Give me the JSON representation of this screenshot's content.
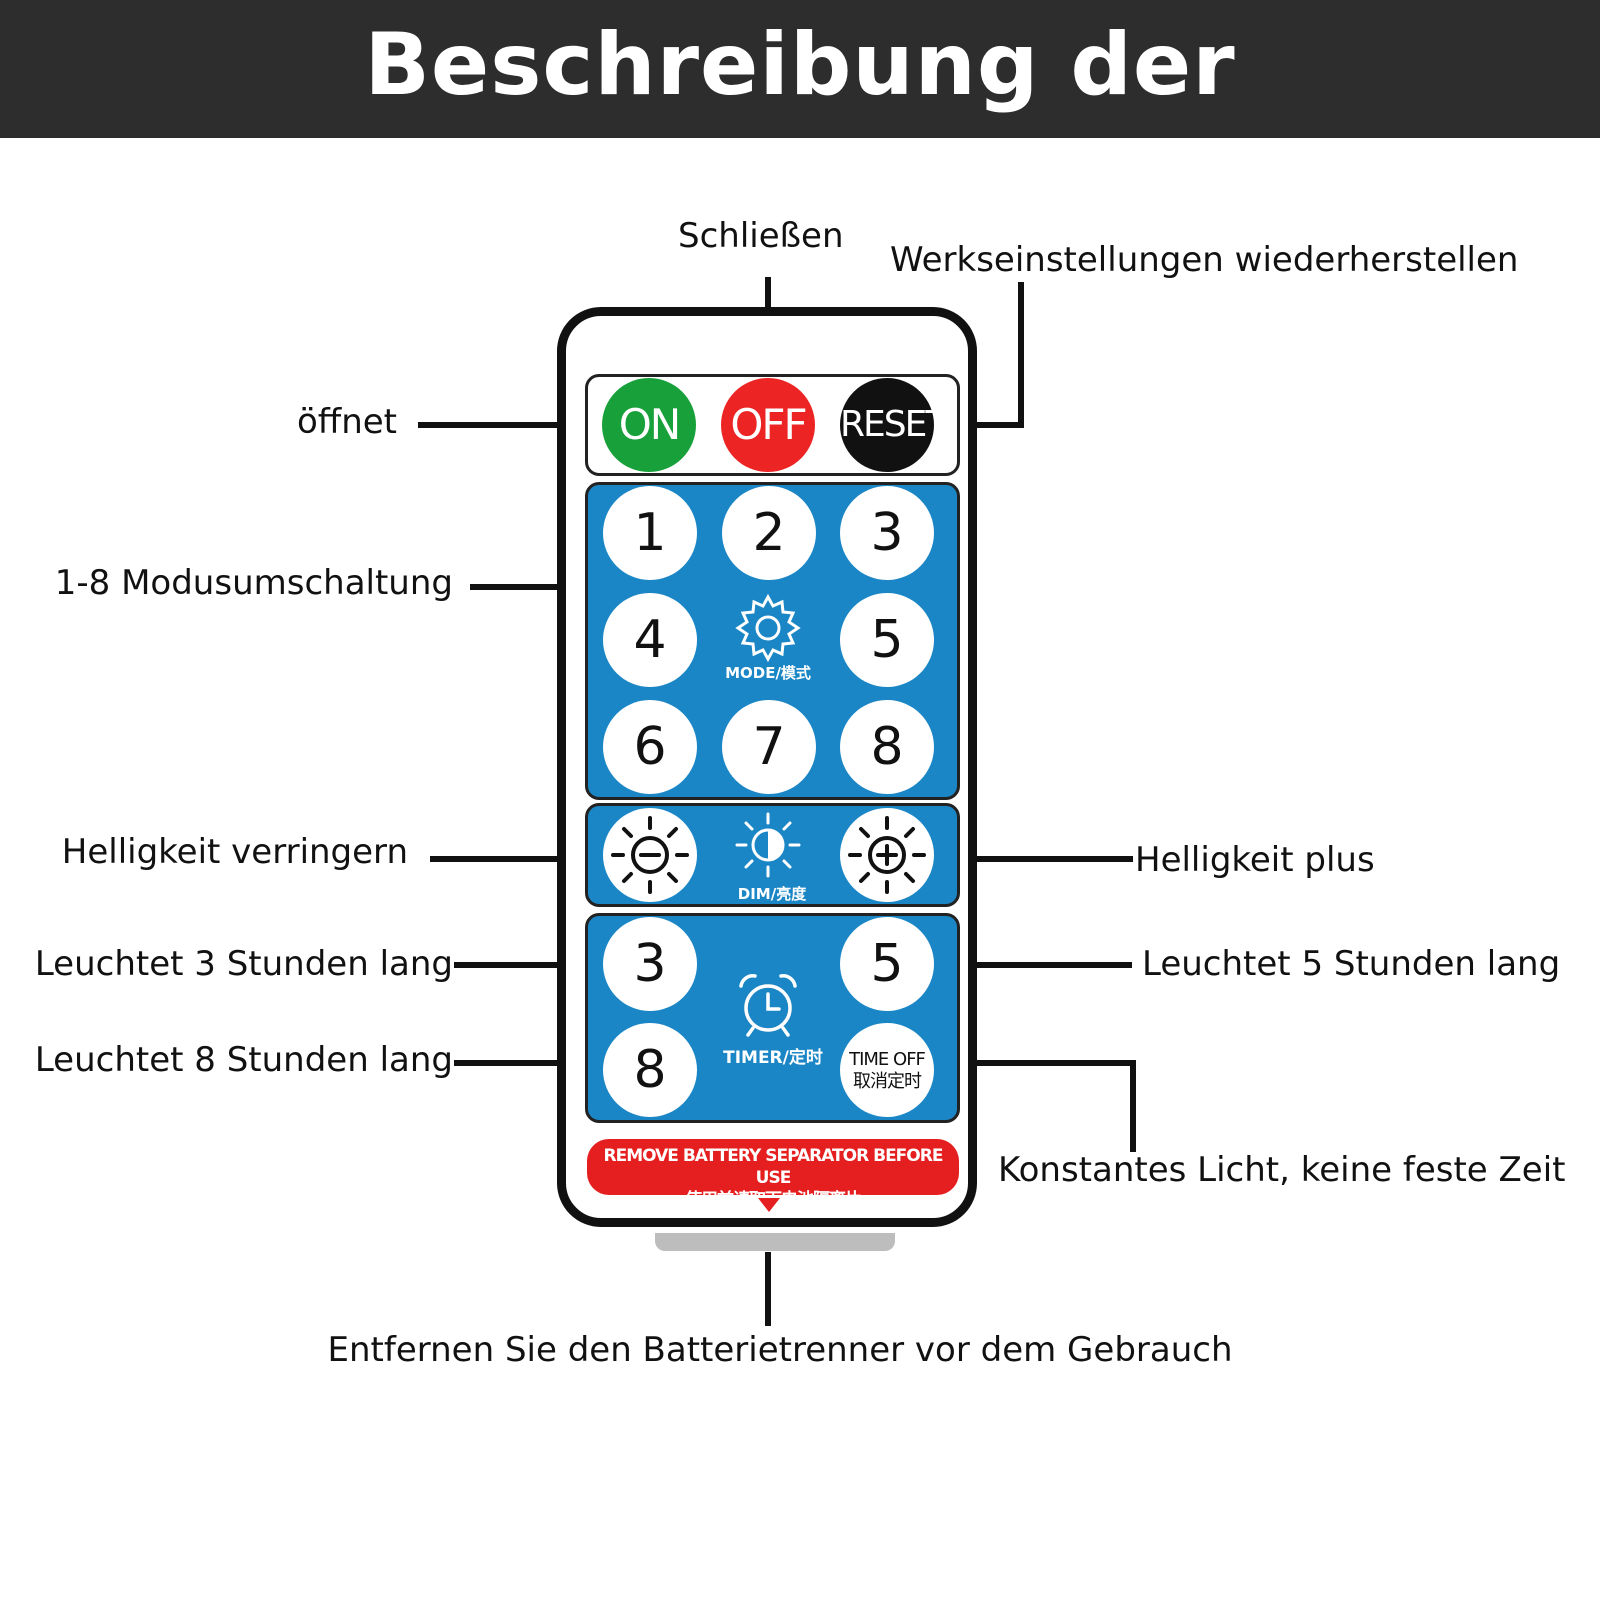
{
  "title": "Beschreibung der Fernbedienung",
  "labels": {
    "close": "Schließen",
    "factory_reset": "Werkseinstellungen wiederherstellen",
    "open": "öffnet",
    "mode_switch": "1-8 Modusumschaltung",
    "brightness_down": "Helligkeit verringern",
    "brightness_up": "Helligkeit plus",
    "light_3h": "Leuchtet 3 Stunden lang",
    "light_5h": "Leuchtet 5 Stunden lang",
    "light_8h": "Leuchtet 8 Stunden lang",
    "constant_light": "Konstantes Licht, keine feste Zeit",
    "remove_separator": "Entfernen Sie den Batterietrenner vor dem Gebrauch"
  },
  "remote": {
    "top_buttons": [
      "ON",
      "OFF",
      "RESET"
    ],
    "mode_buttons": [
      "1",
      "2",
      "3",
      "4",
      "5",
      "6",
      "7",
      "8"
    ],
    "mode_label": "MODE/模式",
    "dim_label": "DIM/亮度",
    "timer_buttons": [
      "3",
      "5",
      "8"
    ],
    "timer_label": "TIMER/定时",
    "time_off_en": "TIME OFF",
    "time_off_cn": "取消定时",
    "warning_en": "REMOVE BATTERY SEPARATOR BEFORE USE",
    "warning_cn": "使用前请取下电池隔离片"
  },
  "colors": {
    "header_bg": "#2d2d2d",
    "panel_blue": "#1b86c6",
    "on_green": "#18a03a",
    "off_red": "#ec2424",
    "reset_black": "#111111",
    "warning_red": "#e51f1f"
  },
  "icons": {
    "mode": "gear-icon",
    "dim": "sun-half-icon",
    "brightness_down": "sun-minus-icon",
    "brightness_up": "sun-plus-icon",
    "timer": "alarm-clock-icon"
  }
}
